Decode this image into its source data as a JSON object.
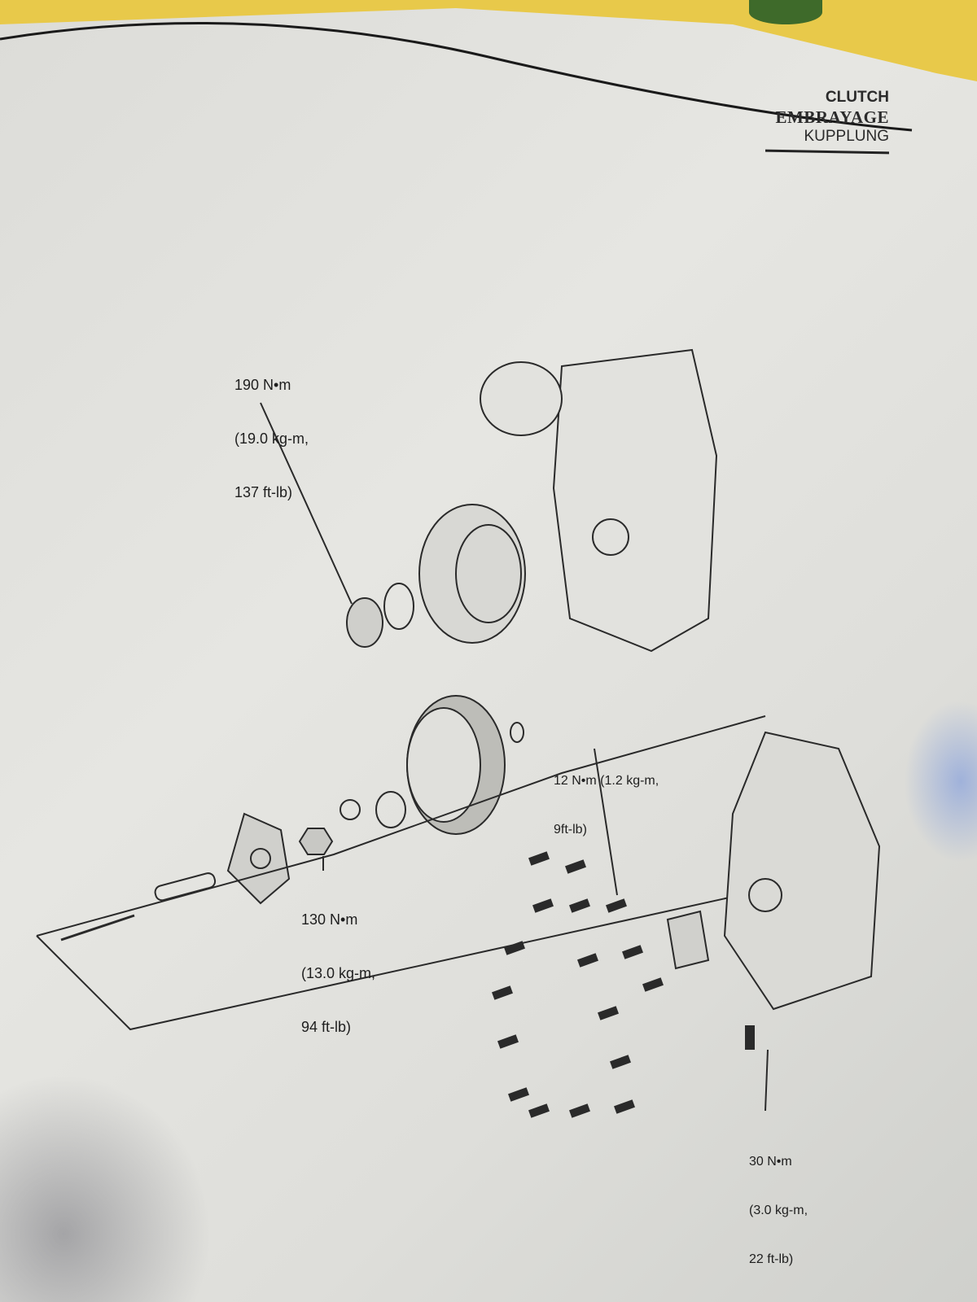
{
  "header": {
    "line1": "CLUTCH",
    "line2": "EMBRAYAGE",
    "line3": "KUPPLUNG"
  },
  "torque_labels": [
    {
      "nm": "190 N•m",
      "kgm": "(19.0 kg-m,",
      "ftlb": "137 ft-lb)"
    },
    {
      "nm": "130 N•m",
      "kgm": "(13.0 kg-m,",
      "ftlb": "94 ft-lb)"
    },
    {
      "nm": "12 N•m (1.2 kg-m,",
      "kgm": "9ft-lb)",
      "ftlb": ""
    },
    {
      "nm": "30 N•m",
      "kgm": "(3.0 kg-m,",
      "ftlb": "22 ft-lb)"
    }
  ]
}
